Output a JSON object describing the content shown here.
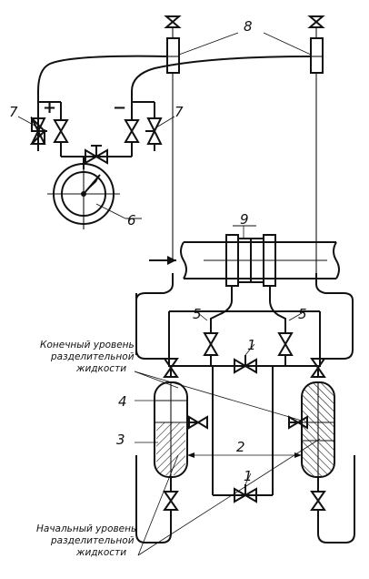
{
  "diagram": {
    "callouts": [
      "1",
      "1",
      "2",
      "3",
      "4",
      "5",
      "5",
      "6",
      "7",
      "7",
      "8",
      "9"
    ],
    "signs": {
      "plus": "+",
      "minus": "−"
    },
    "notes": {
      "final_level": [
        "Конечный уровень",
        "разделительной",
        "жидкости"
      ],
      "initial_level": [
        "Начальный уровень",
        "разделительной",
        "жидкости"
      ]
    }
  }
}
